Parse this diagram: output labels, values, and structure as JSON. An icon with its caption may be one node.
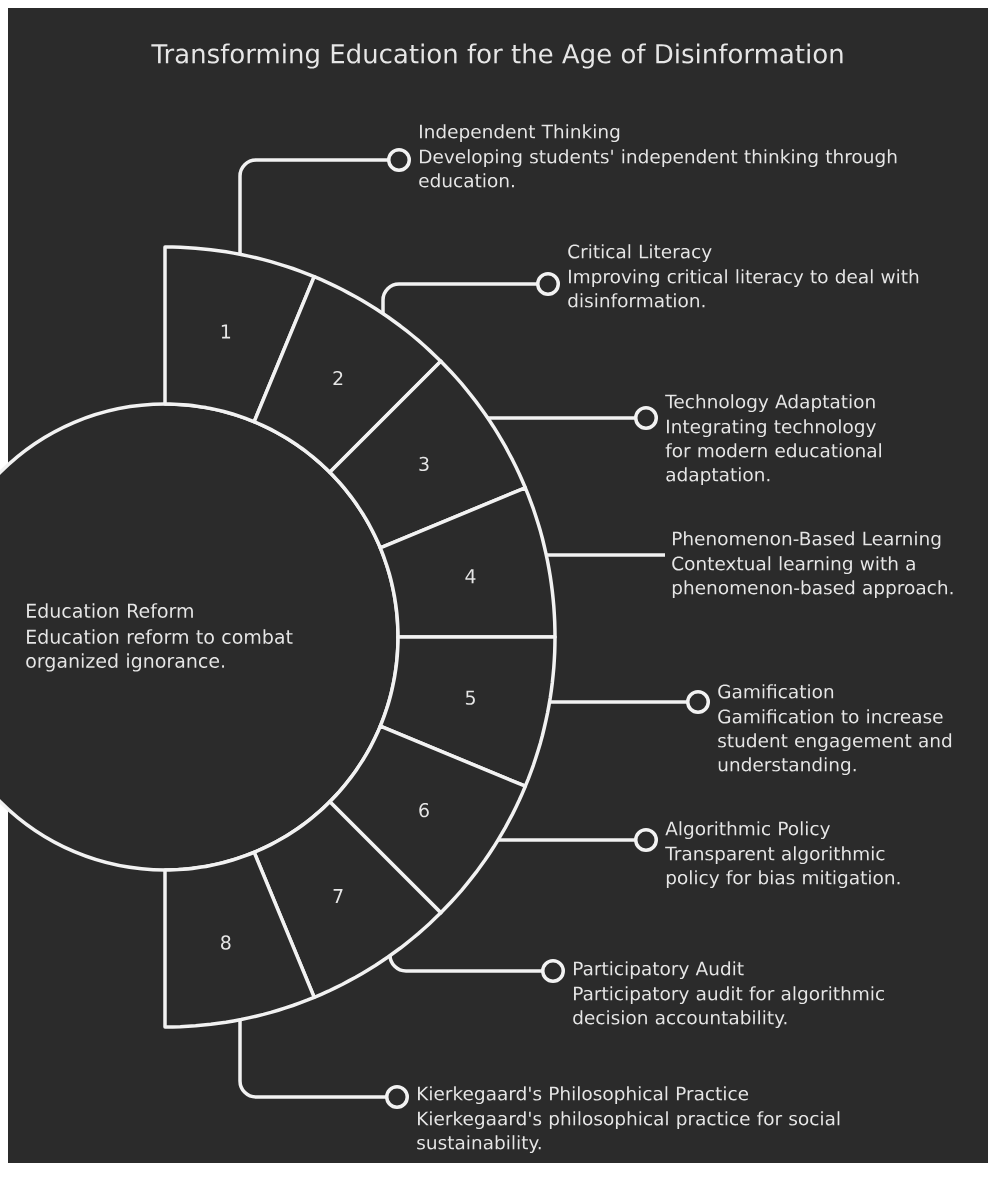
{
  "diagram": {
    "title": "Transforming Education for the Age of Disinformation",
    "nodes": [
      {
        "text": [
          "Education Reform",
          "Education reform to combat organized ignorance."
        ]
      },
      {
        "text": [
          "1"
        ]
      },
      {
        "text": [
          "2"
        ]
      },
      {
        "text": [
          "3"
        ]
      },
      {
        "text": [
          "4"
        ]
      },
      {
        "text": [
          "5"
        ]
      },
      {
        "text": [
          "6"
        ]
      },
      {
        "text": [
          "7"
        ]
      },
      {
        "text": [
          "8"
        ]
      },
      {
        "text": [
          "Independent Thinking",
          "Developing students' independent thinking through education."
        ]
      },
      {
        "text": [
          "Critical Literacy",
          "Improving critical literacy to deal with disinformation."
        ]
      },
      {
        "text": [
          "Technology Adaptation",
          "Integrating technology for modern educational adaptation."
        ]
      },
      {
        "text": [
          "Phenomenon-Based Learning",
          "Contextual learning with a phenomenon-based approach."
        ]
      },
      {
        "text": [
          "Gamification",
          "Gamification to increase student engagement and understanding."
        ]
      },
      {
        "text": [
          "Algorithmic Policy",
          "Transparent algorithmic policy for bias mitigation."
        ]
      },
      {
        "text": [
          "Participatory Audit",
          "Participatory audit for algorithmic decision accountability."
        ]
      },
      {
        "text": [
          "Kierkegaard's Philosophical Practice",
          "Kierkegaard's philosophical practice for social sustainability."
        ]
      }
    ],
    "edges": [
      {
        "from": 1,
        "to": 9,
        "arrow": "other"
      },
      {
        "from": 2,
        "to": 10,
        "arrow": "other"
      },
      {
        "from": 3,
        "to": 11,
        "arrow": "other"
      },
      {
        "from": 4,
        "to": 12,
        "arrow": "none"
      },
      {
        "from": 5,
        "to": 13,
        "arrow": "other"
      },
      {
        "from": 6,
        "to": 14,
        "arrow": "other"
      },
      {
        "from": 7,
        "to": 15,
        "arrow": "other"
      },
      {
        "from": 8,
        "to": 16,
        "arrow": "other"
      }
    ]
  }
}
